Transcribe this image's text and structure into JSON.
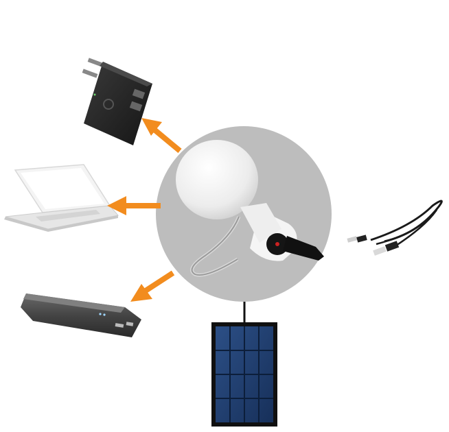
{
  "scene": {
    "background": "#ffffff",
    "center_disc_color": "#bdbdbd",
    "arrow_color": "#f28c1e",
    "bulb_color": "#f2f2f2",
    "solar_panel_color": "#1f3d6e"
  },
  "devices": [
    {
      "id": "wall-charger",
      "icon": "wall-charger-icon"
    },
    {
      "id": "laptop",
      "icon": "laptop-icon"
    },
    {
      "id": "power-bank",
      "icon": "power-bank-icon"
    },
    {
      "id": "usb-cable",
      "icon": "usb-cable-icon"
    },
    {
      "id": "solar-panel",
      "icon": "solar-panel-icon"
    },
    {
      "id": "solar-bulb",
      "icon": "light-bulb-icon"
    }
  ]
}
